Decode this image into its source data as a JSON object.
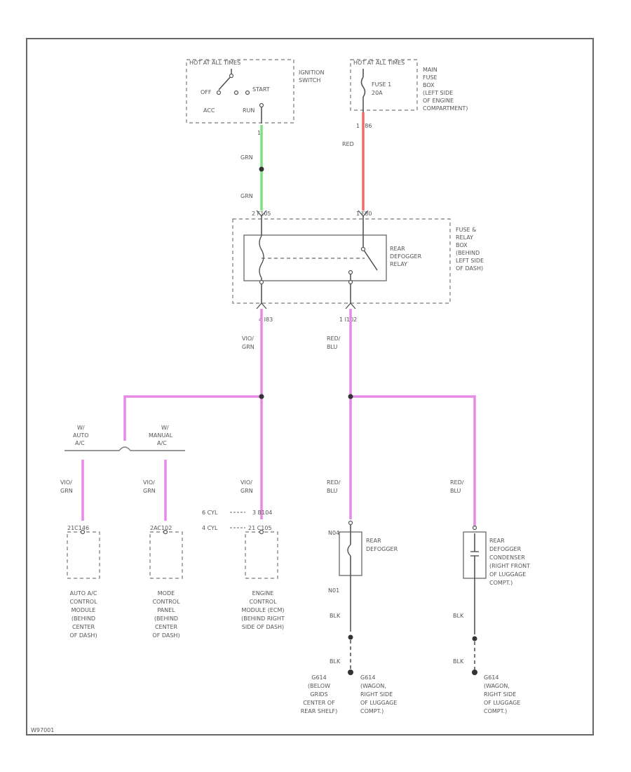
{
  "colors": {
    "grn": "#7ee07e",
    "red": "#f06a6a",
    "vio": "#e58ae5",
    "line": "#555555"
  },
  "ignition": {
    "header": "HOT AT ALL TIMES",
    "name": "IGNITION SWITCH",
    "off": "OFF",
    "start": "START",
    "acc": "ACC",
    "run": "RUN"
  },
  "fuse": {
    "header": "HOT AT ALL TIMES",
    "fuse_id": "FUSE 1",
    "rating": "20A",
    "location": [
      "MAIN",
      "FUSE",
      "BOX",
      "(LEFT SIDE",
      "OF ENGINE",
      "COMPARTMENT)"
    ]
  },
  "wires": {
    "w1_pin": "1",
    "w1_col_a": "GRN",
    "w1_col_b": "GRN",
    "w2_pin": "1 F86",
    "w2_col": "RED",
    "conn_a": "2 F105",
    "conn_b": "1 F80",
    "conn_c": "4 I83",
    "conn_d": "1 I102",
    "w3_col_a": "VIO/",
    "w3_col_b": "GRN",
    "w4_col_a": "RED/",
    "w4_col_b": "BLU"
  },
  "relay_box": {
    "relay_name": [
      "REAR",
      "DEFOGGER",
      "RELAY"
    ],
    "location": [
      "FUSE &",
      "RELAY",
      "BOX",
      "(BEHIND",
      "LEFT SIDE",
      "OF DASH)"
    ]
  },
  "branches": {
    "auto_label": [
      "W/",
      "AUTO",
      "A/C"
    ],
    "manual_label": [
      "W/",
      "MANUAL",
      "A/C"
    ],
    "b1_col": [
      "VIO/",
      "GRN"
    ],
    "b2_col": [
      "VIO/",
      "GRN"
    ],
    "b3_col": [
      "VIO/",
      "GRN"
    ],
    "b4_col": [
      "RED/",
      "BLU"
    ],
    "b5_col": [
      "RED/",
      "BLU"
    ],
    "b1_conn": "21C146",
    "b2_conn": "2AC102",
    "cyl6": "6 CYL",
    "cyl4": "4 CYL",
    "b3_conn_6": "3 B104",
    "b3_conn_4": "21 C105"
  },
  "components": {
    "auto_ac": [
      "AUTO A/C",
      "CONTROL",
      "MODULE",
      "(BEHIND",
      "CENTER",
      "OF DASH)"
    ],
    "mode": [
      "MODE",
      "CONTROL",
      "PANEL",
      "(BEHIND",
      "CENTER",
      "OF DASH)"
    ],
    "ecm": [
      "ENGINE",
      "CONTROL",
      "MODULE (ECM)",
      "(BEHIND RIGHT",
      "SIDE OF DASH)"
    ],
    "defogger": [
      "REAR",
      "DEFOGGER"
    ],
    "defogger_pin_top": "N04",
    "defogger_pin_bottom": "N01",
    "condenser": [
      "REAR",
      "DEFOGGER",
      "CONDENSER",
      "(RIGHT FRONT",
      "OF LUGGAGE",
      "COMPT.)"
    ]
  },
  "grounds": {
    "blk": "BLK",
    "g1": [
      "G614",
      "(BELOW",
      "GRIDS",
      "CENTER OF",
      "REAR SHELF)"
    ],
    "g2": [
      "G614",
      "(WAGON,",
      "RIGHT SIDE",
      "OF LUGGAGE",
      "COMPT.)"
    ],
    "g3": [
      "G614",
      "(WAGON,",
      "RIGHT SIDE",
      "OF LUGGAGE",
      "COMPT.)"
    ]
  },
  "footer": {
    "code": "W97001"
  }
}
